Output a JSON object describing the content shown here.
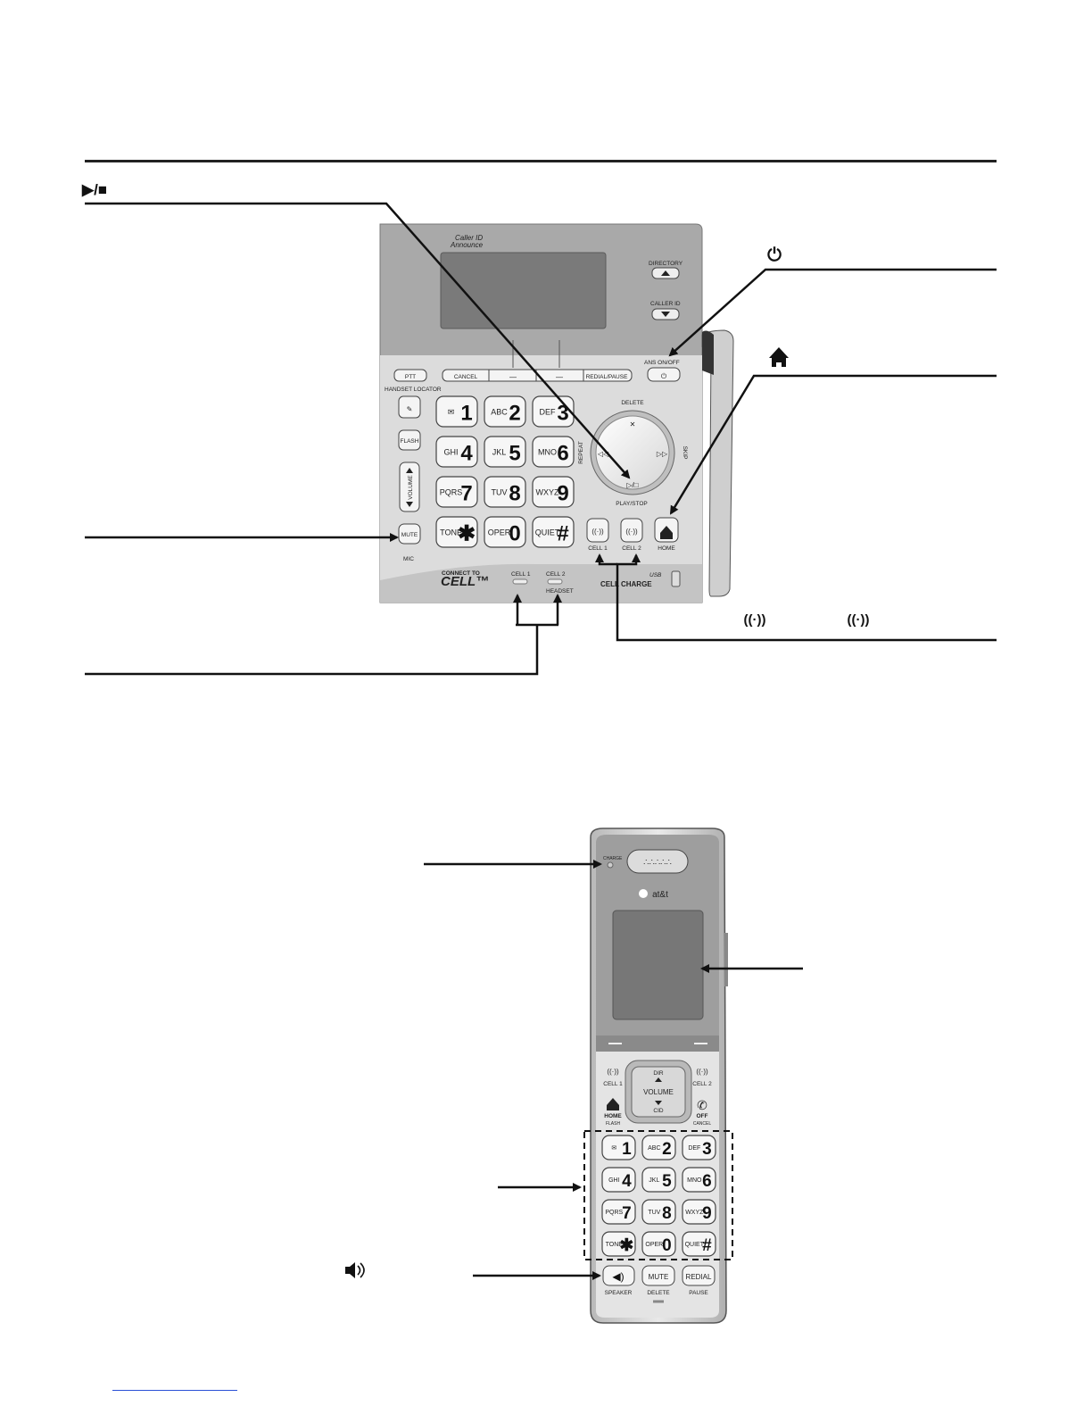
{
  "base": {
    "screen_brand": [
      "Caller ID",
      "Announce"
    ],
    "top_buttons": {
      "directory": "DIRECTORY",
      "caller_id": "CALLER ID",
      "ans_on_off": "ANS ON/OFF",
      "ptt": "PTT",
      "cancel": "CANCEL",
      "softkey_left": "—",
      "softkey_right": "—",
      "redial_pause": "REDIAL/PAUSE"
    },
    "left_buttons": {
      "handset_locator": "HANDSET LOCATOR",
      "flash": "FLASH",
      "volume": "VOLUME",
      "mute": "MUTE",
      "mic": "MIC"
    },
    "keypad": [
      {
        "letters": "✉",
        "digit": "1"
      },
      {
        "letters": "ABC",
        "digit": "2"
      },
      {
        "letters": "DEF",
        "digit": "3"
      },
      {
        "letters": "GHI",
        "digit": "4"
      },
      {
        "letters": "JKL",
        "digit": "5"
      },
      {
        "letters": "MNO",
        "digit": "6"
      },
      {
        "letters": "PQRS",
        "digit": "7"
      },
      {
        "letters": "TUV",
        "digit": "8"
      },
      {
        "letters": "WXYZ",
        "digit": "9"
      },
      {
        "letters": "TONE",
        "digit": "✱"
      },
      {
        "letters": "OPER",
        "digit": "0"
      },
      {
        "letters": "QUIET",
        "digit": "#"
      }
    ],
    "dial": {
      "delete": "DELETE",
      "repeat": "REPEAT",
      "skip": "SKIP",
      "play_stop": "PLAY/STOP",
      "center": "▷/□"
    },
    "cell_buttons": {
      "cell1": "CELL 1",
      "cell2": "CELL 2",
      "home": "HOME"
    },
    "footer": {
      "connect_to": "CONNECT TO",
      "cell_logo": "CELL™",
      "cell1_led": "CELL 1",
      "cell2_led": "CELL 2",
      "headset": "HEADSET",
      "usb": "USB",
      "cell_charge": "CELL CHARGE"
    }
  },
  "callouts": {
    "play_stop_icon": "▶/■"
  },
  "handset": {
    "charge": "CHARGE",
    "brand": "at&t",
    "nav": {
      "dir": "DIR",
      "volume": "VOLUME",
      "cid": "CID"
    },
    "side_keys": {
      "cell1": "CELL 1",
      "cell2": "CELL 2",
      "home": "HOME",
      "flash": "FLASH",
      "off": "OFF",
      "cancel": "CANCEL"
    },
    "keypad": [
      {
        "letters": "✉",
        "digit": "1"
      },
      {
        "letters": "ABC",
        "digit": "2"
      },
      {
        "letters": "DEF",
        "digit": "3"
      },
      {
        "letters": "GHI",
        "digit": "4"
      },
      {
        "letters": "JKL",
        "digit": "5"
      },
      {
        "letters": "MNO",
        "digit": "6"
      },
      {
        "letters": "PQRS",
        "digit": "7"
      },
      {
        "letters": "TUV",
        "digit": "8"
      },
      {
        "letters": "WXYZ",
        "digit": "9"
      },
      {
        "letters": "TONE",
        "digit": "✱"
      },
      {
        "letters": "OPER",
        "digit": "0"
      },
      {
        "letters": "QUIET",
        "digit": "#"
      }
    ],
    "bottom_keys": {
      "speaker": "SPEAKER",
      "mute": "MUTE",
      "delete": "DELETE",
      "redial": "REDIAL",
      "pause": "PAUSE"
    }
  }
}
